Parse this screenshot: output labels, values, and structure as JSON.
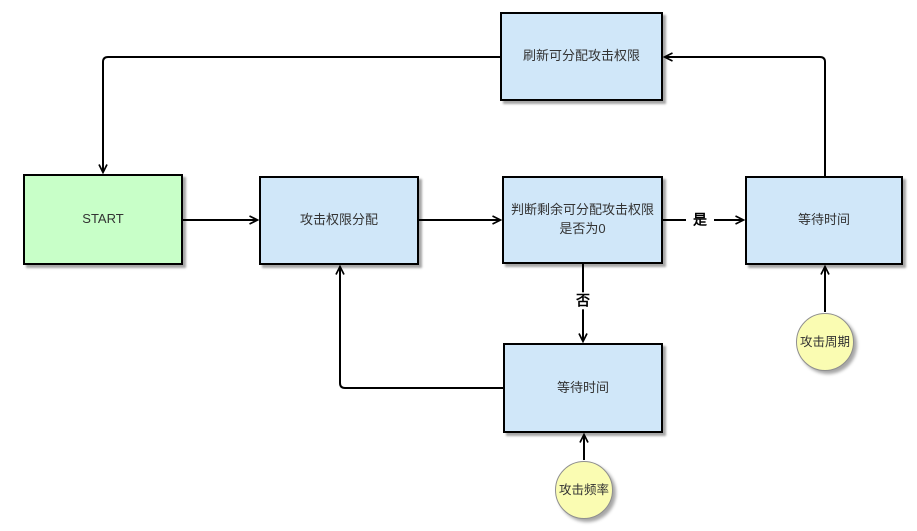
{
  "diagram": {
    "nodes": {
      "refresh": {
        "label": "刷新可分配攻击权限",
        "shape": "rectangle",
        "fill": "#d0e7f9"
      },
      "start": {
        "label": "START",
        "shape": "rectangle",
        "fill": "#c8ffc8"
      },
      "allocate": {
        "label": "攻击权限分配",
        "shape": "rectangle",
        "fill": "#d0e7f9"
      },
      "decision": {
        "label": "判断剩余可分配攻击权限是否为0",
        "shape": "rectangle",
        "fill": "#d0e7f9"
      },
      "wait_right": {
        "label": "等待时间",
        "shape": "rectangle",
        "fill": "#d0e7f9"
      },
      "wait_bottom": {
        "label": "等待时间",
        "shape": "rectangle",
        "fill": "#d0e7f9"
      },
      "attack_cycle": {
        "label": "攻击周期",
        "shape": "circle",
        "fill": "#fafcb2"
      },
      "attack_freq": {
        "label": "攻击频率",
        "shape": "circle",
        "fill": "#fafcb2"
      }
    },
    "edges": [
      {
        "from": "refresh",
        "to": "start",
        "label": ""
      },
      {
        "from": "start",
        "to": "allocate",
        "label": ""
      },
      {
        "from": "allocate",
        "to": "decision",
        "label": ""
      },
      {
        "from": "decision",
        "to": "wait_right",
        "label": "是"
      },
      {
        "from": "decision",
        "to": "wait_bottom",
        "label": "否"
      },
      {
        "from": "wait_bottom",
        "to": "allocate",
        "label": ""
      },
      {
        "from": "wait_right",
        "to": "refresh",
        "label": ""
      },
      {
        "from": "attack_cycle",
        "to": "wait_right",
        "label": ""
      },
      {
        "from": "attack_freq",
        "to": "wait_bottom",
        "label": ""
      }
    ],
    "colors": {
      "background": "#ffffff",
      "rect_border": "#000000",
      "circle_border": "#8f8f8f",
      "blue_fill": "#d0e7f9",
      "green_fill": "#c8ffc8",
      "yellow_fill": "#fafcb2",
      "edge_stroke": "#000000",
      "text": "#333333"
    }
  }
}
